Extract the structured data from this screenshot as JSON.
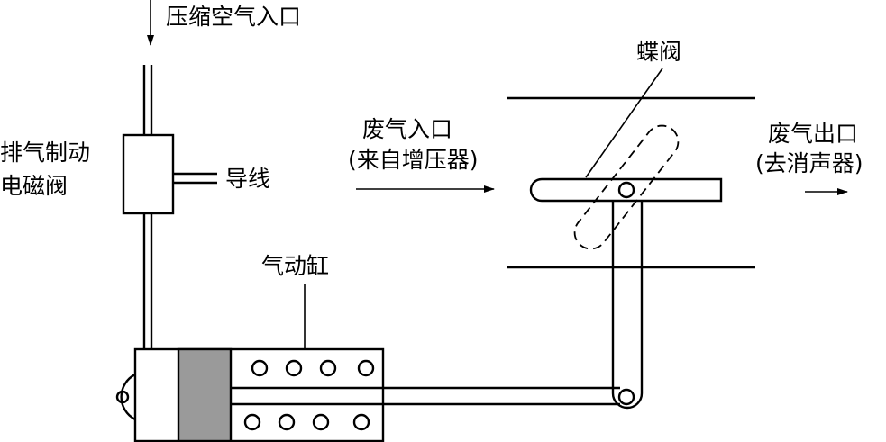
{
  "labels": {
    "compressed_air_inlet": "压缩空气入口",
    "solenoid_line1": "排气制动",
    "solenoid_line2": "电磁阀",
    "wire": "导线",
    "air_cylinder": "气动缸",
    "exhaust_inlet_line1": "废气入口",
    "exhaust_inlet_line2": "(来自增压器)",
    "butterfly_valve": "蝶阀",
    "exhaust_outlet_line1": "废气出口",
    "exhaust_outlet_line2": "(去消声器)"
  },
  "colors": {
    "line": "#000000",
    "piston_fill": "#9a9a9a",
    "background": "#ffffff"
  }
}
